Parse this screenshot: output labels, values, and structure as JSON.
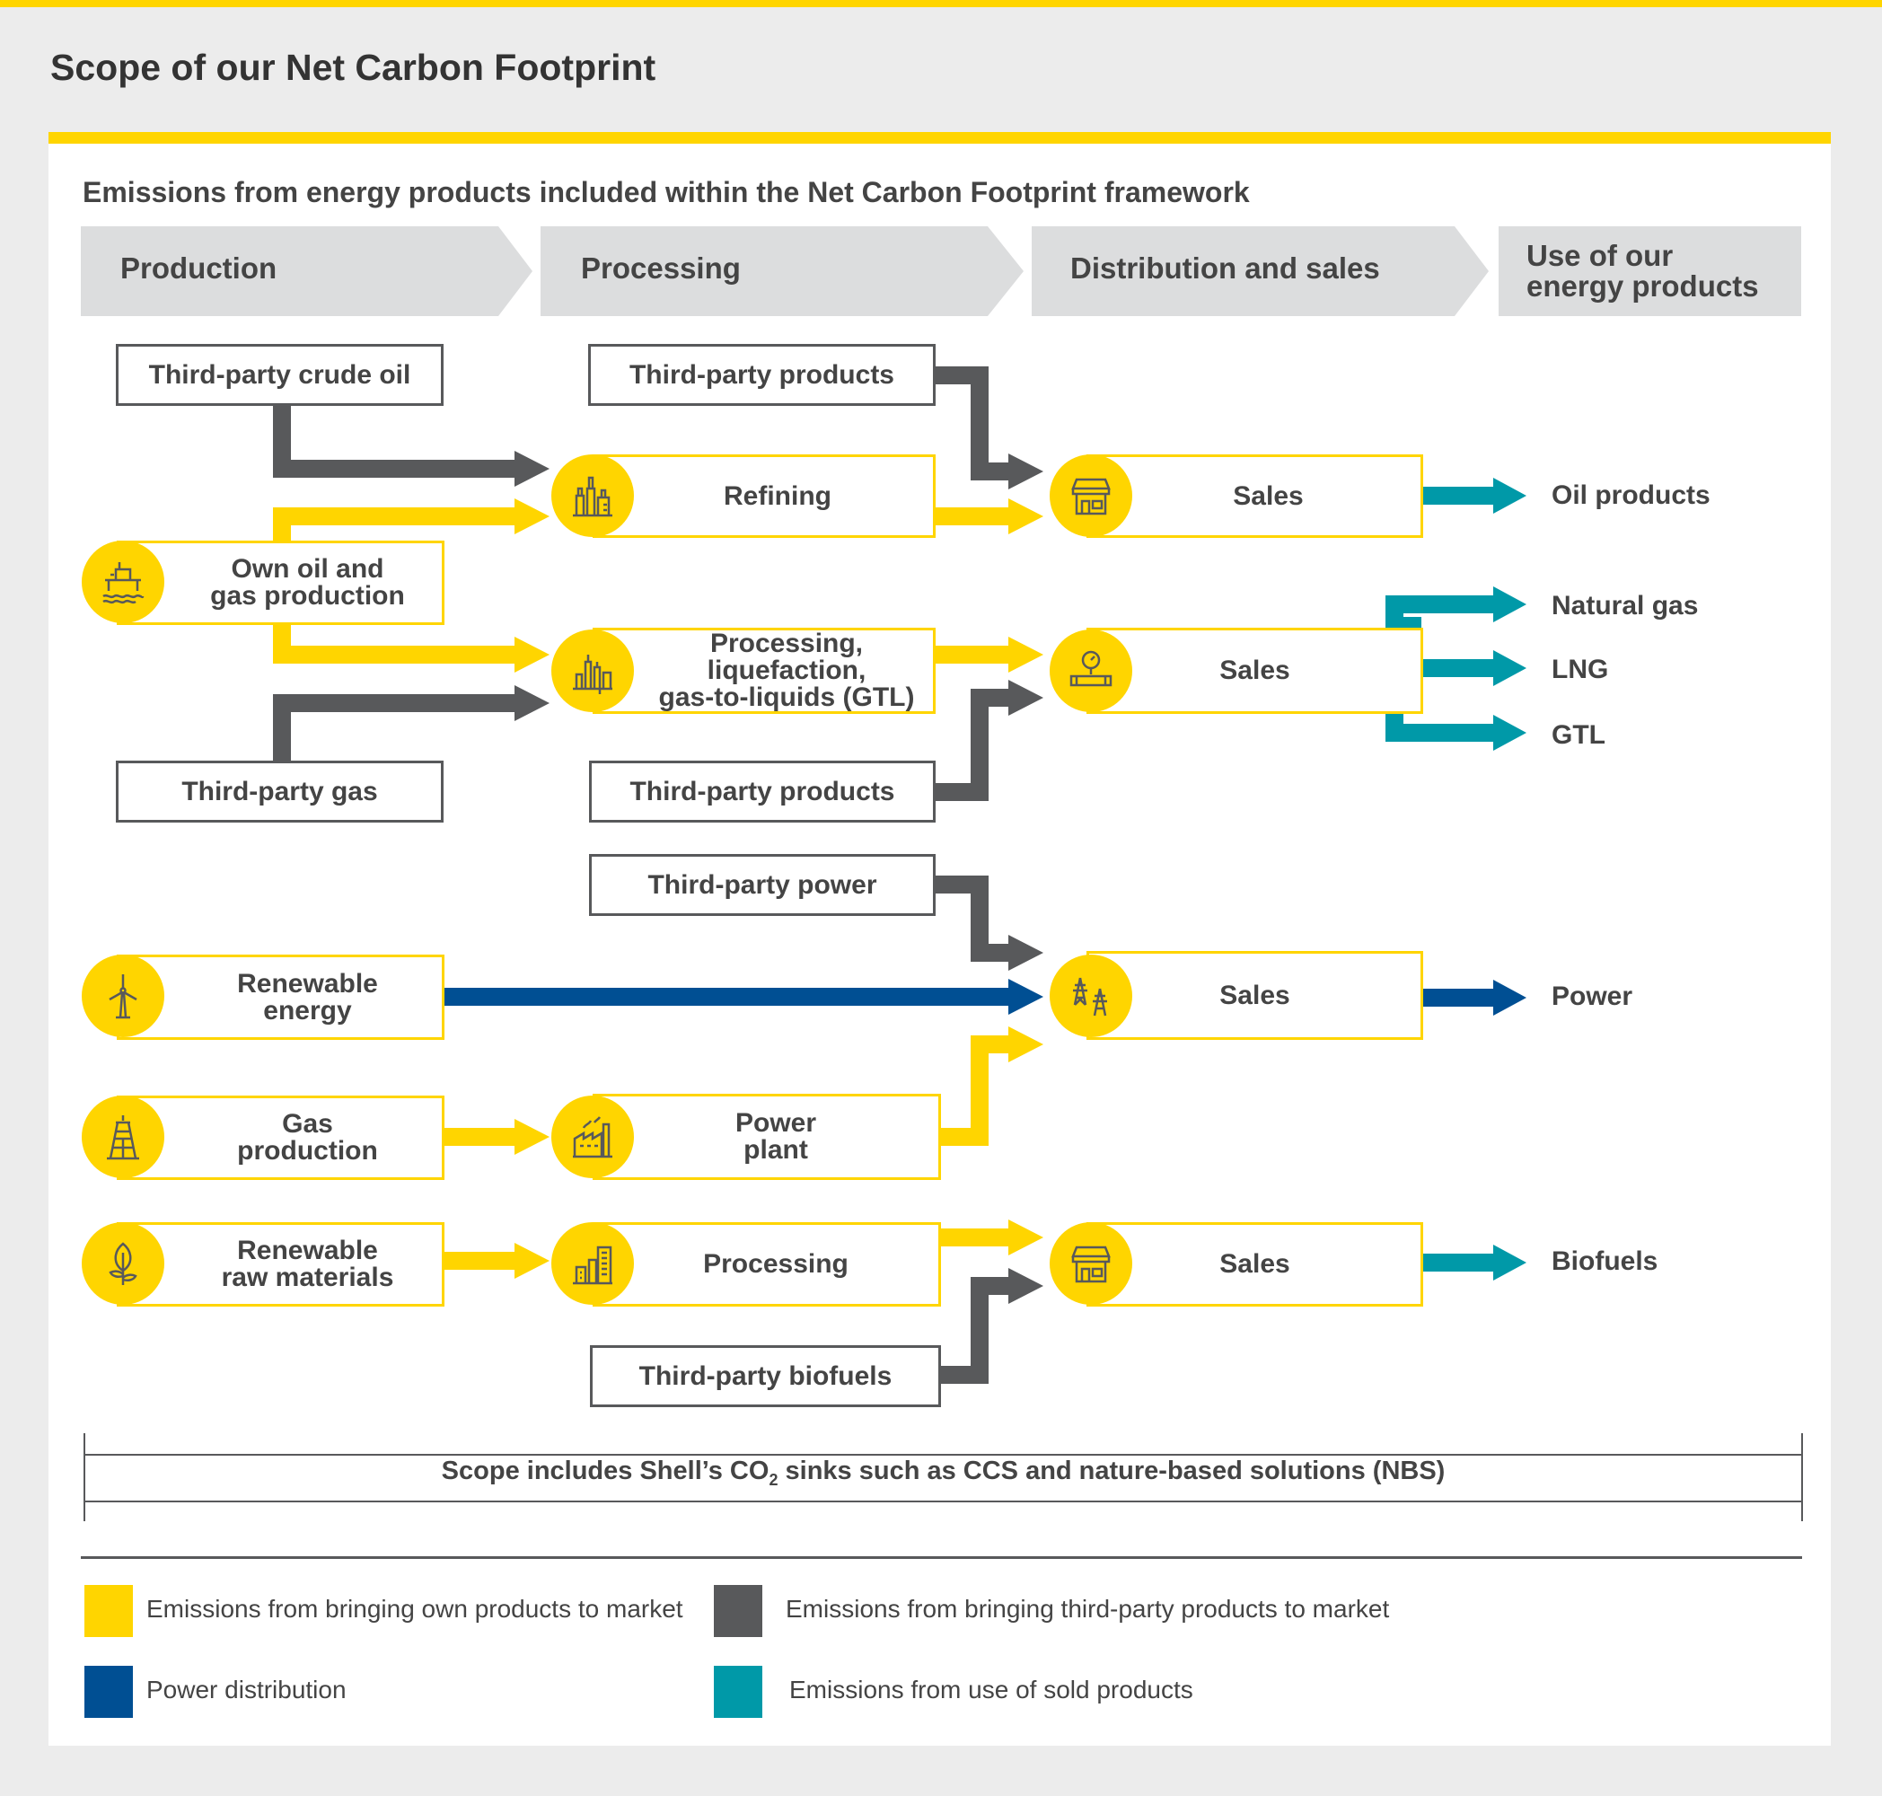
{
  "page": {
    "title": "Scope of our Net Carbon Footprint"
  },
  "subtitle": "Emissions from energy products included within the Net Carbon Footprint framework",
  "stages": [
    "Production",
    "Processing",
    "Distribution and sales",
    "Use of our\nenergy products"
  ],
  "boxes": {
    "third_party_crude": "Third-party crude oil",
    "third_party_products_top": "Third-party products",
    "refining": "Refining",
    "sales_oil": "Sales",
    "own_oil_gas": "Own oil and\ngas production",
    "processing_lng_gtl": "Processing, liquefaction,\ngas-to-liquids (GTL)",
    "sales_gas": "Sales",
    "third_party_gas": "Third-party gas",
    "third_party_products_bottom": "Third-party products",
    "third_party_power": "Third-party power",
    "renewable_energy": "Renewable\nenergy",
    "sales_power": "Sales",
    "gas_production": "Gas\nproduction",
    "power_plant": "Power\nplant",
    "renewable_raw": "Renewable\nraw materials",
    "processing_bio": "Processing",
    "sales_bio": "Sales",
    "third_party_biofuels": "Third-party biofuels"
  },
  "outputs": {
    "oil_products": "Oil products",
    "natural_gas": "Natural gas",
    "lng": "LNG",
    "gtl": "GTL",
    "power": "Power",
    "biofuels": "Biofuels"
  },
  "icons": {
    "refining": "refinery-icon",
    "sales_oil": "store-icon",
    "own_oil_gas": "offshore-platform-icon",
    "processing_lng_gtl": "gas-plant-icon",
    "sales_gas": "pipeline-gauge-icon",
    "renewable_energy": "wind-turbine-icon",
    "sales_power": "pylon-icon",
    "gas_production": "drilling-rig-icon",
    "power_plant": "factory-icon",
    "renewable_raw": "leaf-icon",
    "processing_bio": "buildings-icon",
    "sales_bio": "store-icon"
  },
  "scope": {
    "before_sub": "Scope includes Shell’s CO",
    "sub": "2",
    "after_sub": " sinks such as CCS and nature-based solutions (NBS)"
  },
  "legend": [
    {
      "label": "Emissions from bringing own products to market",
      "color": "#FFD500"
    },
    {
      "label": "Emissions from bringing third-party products to market",
      "color": "#58595b"
    },
    {
      "label": "Power distribution",
      "color": "#004F93"
    },
    {
      "label": "Emissions from use of sold products",
      "color": "#0099A8"
    }
  ],
  "colors": {
    "own": "#FFD500",
    "third_party": "#58595b",
    "power": "#004F93",
    "use": "#0099A8",
    "stage_bg": "#DCDDDE"
  }
}
